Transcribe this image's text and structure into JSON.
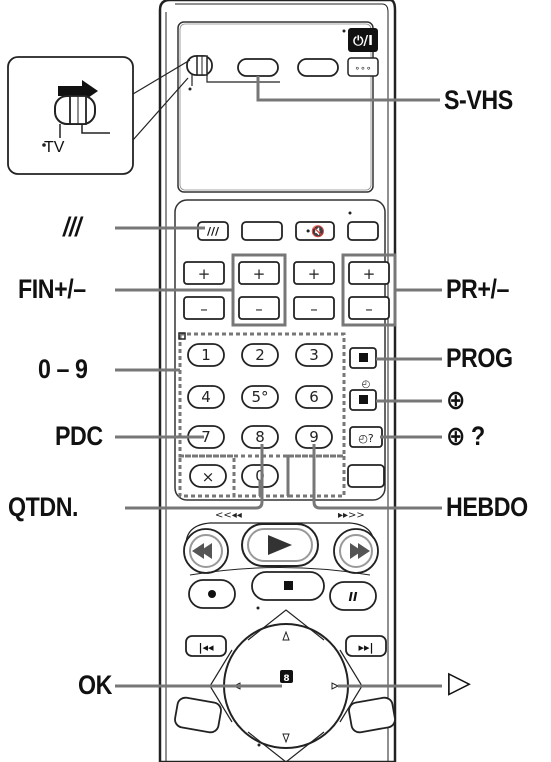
{
  "callouts": {
    "svhs": "S-VHS",
    "tv_slider": "///",
    "fin": "FIN+/–",
    "pr": "PR+/–",
    "digits": "0 – 9",
    "prog": "PROG",
    "timer": "⊕",
    "pdc": "PDC",
    "timer_query": "⊕ ?",
    "qtdn": "QTDN.",
    "hebdo": "HEBDO",
    "ok": "OK",
    "right_arrow": "▷"
  },
  "inset": {
    "tv_label": "TV"
  },
  "remote": {
    "power_symbol": "⏻/I",
    "menu_dots": "∘∘∘",
    "keys": [
      "1",
      "2",
      "3",
      "4",
      "5°",
      "6",
      "7",
      "8",
      "9",
      "0"
    ],
    "clear_key": "×",
    "plus": "+",
    "minus": "–",
    "play": "▶",
    "stop": "■",
    "pause": "II",
    "ok_symbol": "8"
  }
}
